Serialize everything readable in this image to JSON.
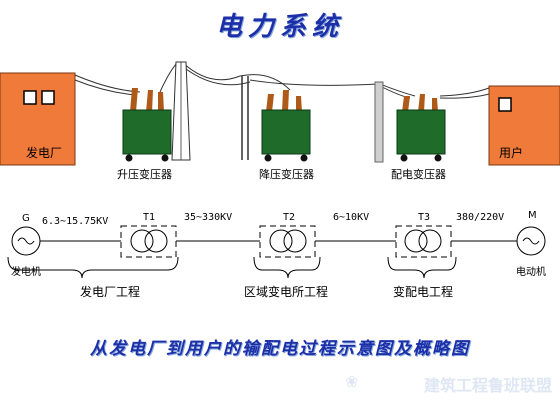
{
  "title": "电力系统",
  "buildings": {
    "power_plant": "发电厂",
    "user": "用户"
  },
  "transformers": {
    "step_up": "升压变压器",
    "step_down": "降压变压器",
    "distribution": "配电变压器"
  },
  "single_line": {
    "generator_symbol": "G",
    "generator_label": "发电机",
    "motor_symbol": "M",
    "motor_label": "电动机",
    "t1": "T1",
    "t2": "T2",
    "t3": "T3",
    "voltage_gen": "6.3~15.75KV",
    "voltage_transmission": "35~330KV",
    "voltage_distribution": "6~10KV",
    "voltage_user": "380/220V"
  },
  "sections": {
    "power_plant_engineering": "发电厂工程",
    "regional_substation_engineering": "区域变电所工程",
    "distribution_substation_engineering": "变配电工程"
  },
  "caption": "从发电厂到用户的输配电过程示意图及概略图",
  "watermark": "建筑工程鲁班联盟",
  "colors": {
    "title_blue": "#1d2fa8",
    "building_orange": "#f07a3a",
    "transformer_green": "#1f6b2a"
  }
}
